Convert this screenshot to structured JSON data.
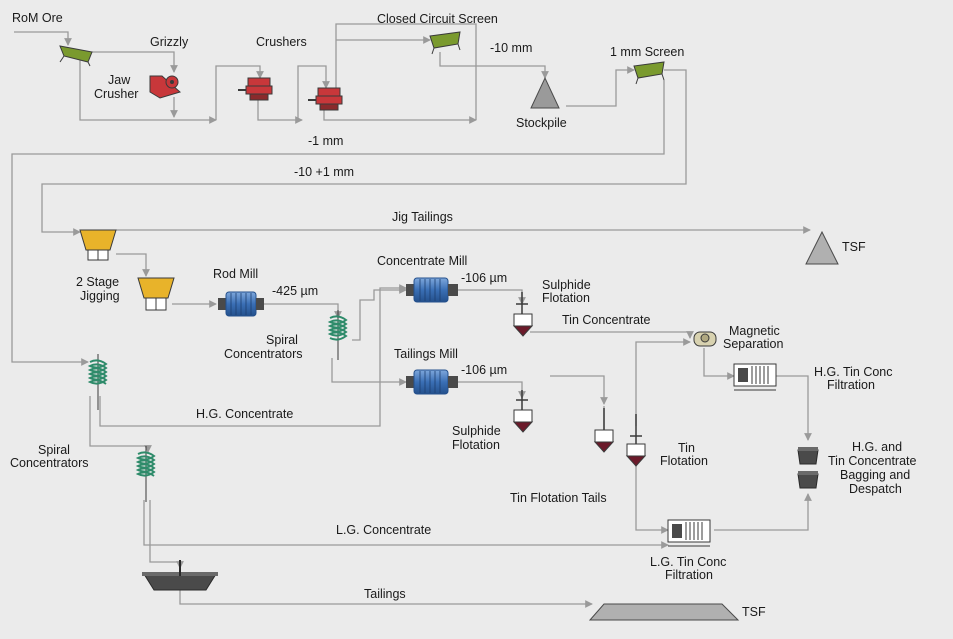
{
  "labels": {
    "rom_ore": "RoM Ore",
    "grizzly": "Grizzly",
    "jaw_crusher_1": "Jaw",
    "jaw_crusher_2": "Crusher",
    "crushers": "Crushers",
    "closed_circuit_screen": "Closed Circuit Screen",
    "minus_10mm": "-10 mm",
    "one_mm_screen": "1 mm Screen",
    "stockpile": "Stockpile",
    "minus_1mm": "-1 mm",
    "minus10_plus1": "-10 +1 mm",
    "jig_tailings": "Jig Tailings",
    "tsf_top": "TSF",
    "two_stage_jigging_1": "2 Stage",
    "two_stage_jigging_2": "Jigging",
    "rod_mill": "Rod Mill",
    "minus_425": "-425 µm",
    "spiral_conc_1a": "Spiral",
    "spiral_conc_1b": "Concentrators",
    "concentrate_mill": "Concentrate Mill",
    "minus_106_a": "-106 µm",
    "sulphide_flotation_a1": "Sulphide",
    "sulphide_flotation_a2": "Flotation",
    "tin_concentrate": "Tin Concentrate",
    "magnetic_sep_1": "Magnetic",
    "magnetic_sep_2": "Separation",
    "tailings_mill": "Tailings Mill",
    "minus_106_b": "-106 µm",
    "hg_tin_conc_filt_1": "H.G. Tin Conc",
    "hg_tin_conc_filt_2": "Filtration",
    "hg_concentrate": "H.G. Concentrate",
    "sulphide_flotation_b1": "Sulphide",
    "sulphide_flotation_b2": "Flotation",
    "tin_flotation_1": "Tin",
    "tin_flotation_2": "Flotation",
    "spiral_conc_2a": "Spiral",
    "spiral_conc_2b": "Concentrators",
    "bagging_1": "H.G. and",
    "bagging_2": "Tin Concentrate",
    "bagging_3": "Bagging and",
    "bagging_4": "Despatch",
    "tin_flotation_tails": "Tin Flotation Tails",
    "lg_concentrate": "L.G. Concentrate",
    "lg_tin_conc_filt_1": "L.G. Tin Conc",
    "lg_tin_conc_filt_2": "Filtration",
    "tailings": "Tailings",
    "tsf_bottom": "TSF"
  },
  "colors": {
    "background": "#ebebeb",
    "line": "#9a9a9a",
    "screen_green": "#7a9a2e",
    "crusher_red": "#c8373a",
    "jig_yellow": "#e8b32a",
    "mill_blue": "#3a6fb5",
    "spiral_green": "#2e8b6a",
    "flotation_dark": "#6b1a2a",
    "tsf_grey": "#b0b0b0",
    "dark_grey": "#4a4a4a"
  }
}
